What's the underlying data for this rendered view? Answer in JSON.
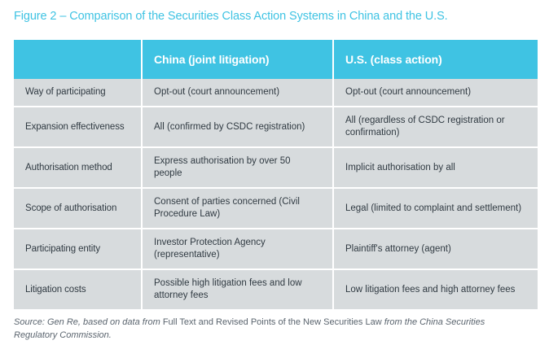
{
  "figure": {
    "title": "Figure 2 – Comparison of the Securities Class Action Systems in China and the U.S.",
    "title_color": "#3FC3E3"
  },
  "table": {
    "header": {
      "label_col": "",
      "china": "China (joint litigation)",
      "us": "U.S. (class action)"
    },
    "header_bg": "#3FC3E3",
    "row_bg": "#D7DBDD",
    "rows": [
      {
        "label": "Way of participating",
        "china": "Opt-out (court announcement)",
        "us": "Opt-out (court announcement)"
      },
      {
        "label": "Expansion effectiveness",
        "china": "All (confirmed by CSDC registration)",
        "us": "All (regardless of CSDC registration or confirmation)"
      },
      {
        "label": "Authorisation method",
        "china": "Express authorisation by over 50 people",
        "us": "Implicit authorisation by all"
      },
      {
        "label": "Scope of authorisation",
        "china": "Consent of parties concerned (Civil Procedure Law)",
        "us": "Legal (limited to complaint and settlement)"
      },
      {
        "label": "Participating entity",
        "china": "Investor Protection Agency (representative)",
        "us": "Plaintiff's attorney (agent)"
      },
      {
        "label": "Litigation costs",
        "china": "Possible high litigation fees and low attorney fees",
        "us": "Low litigation fees and high attorney fees"
      }
    ]
  },
  "source": {
    "part1_italic": "Source: Gen Re, based on data from ",
    "part2_roman": "Full Text and Revised Points of the New Securities Law",
    "part3_italic": " from the China Securities Regulatory Commission."
  }
}
